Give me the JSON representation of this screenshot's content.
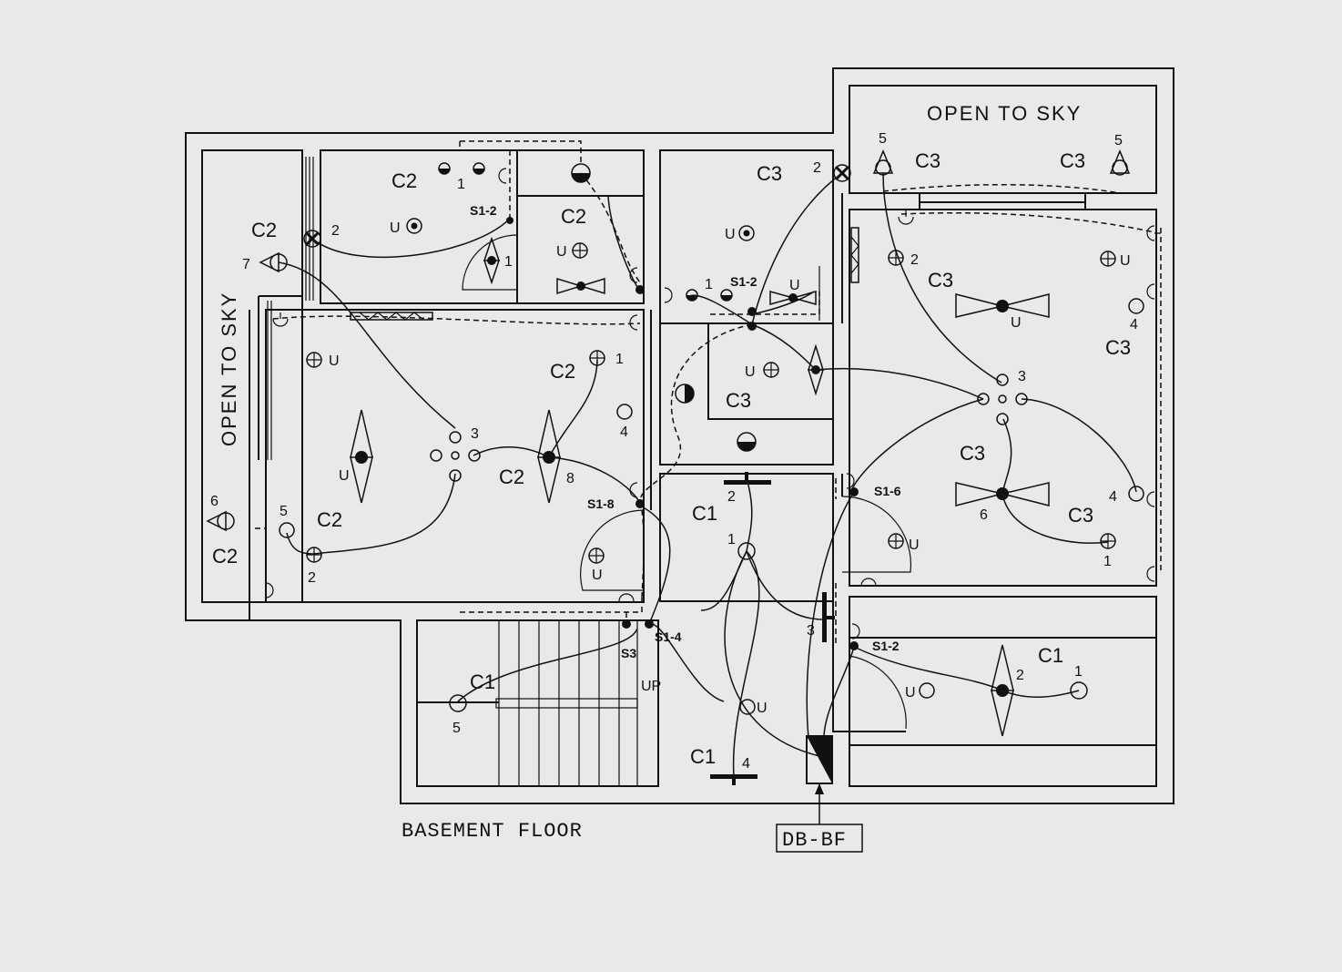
{
  "title": "BASEMENT FLOOR",
  "db_label": "DB-BF",
  "open_to_sky": "OPEN TO SKY",
  "circuits": {
    "c1": "C1",
    "c2": "C2",
    "c3": "C3"
  },
  "switches": {
    "s1_2": "S1-2",
    "s1_8": "S1-8",
    "s1_4": "S1-4",
    "s1_6": "S1-6",
    "s3": "S3"
  },
  "markers": {
    "u": "U",
    "up": "UP"
  },
  "numbers": {
    "n1": "1",
    "n2": "2",
    "n3": "3",
    "n4": "4",
    "n5": "5",
    "n6": "6",
    "n7": "7",
    "n8": "8"
  }
}
